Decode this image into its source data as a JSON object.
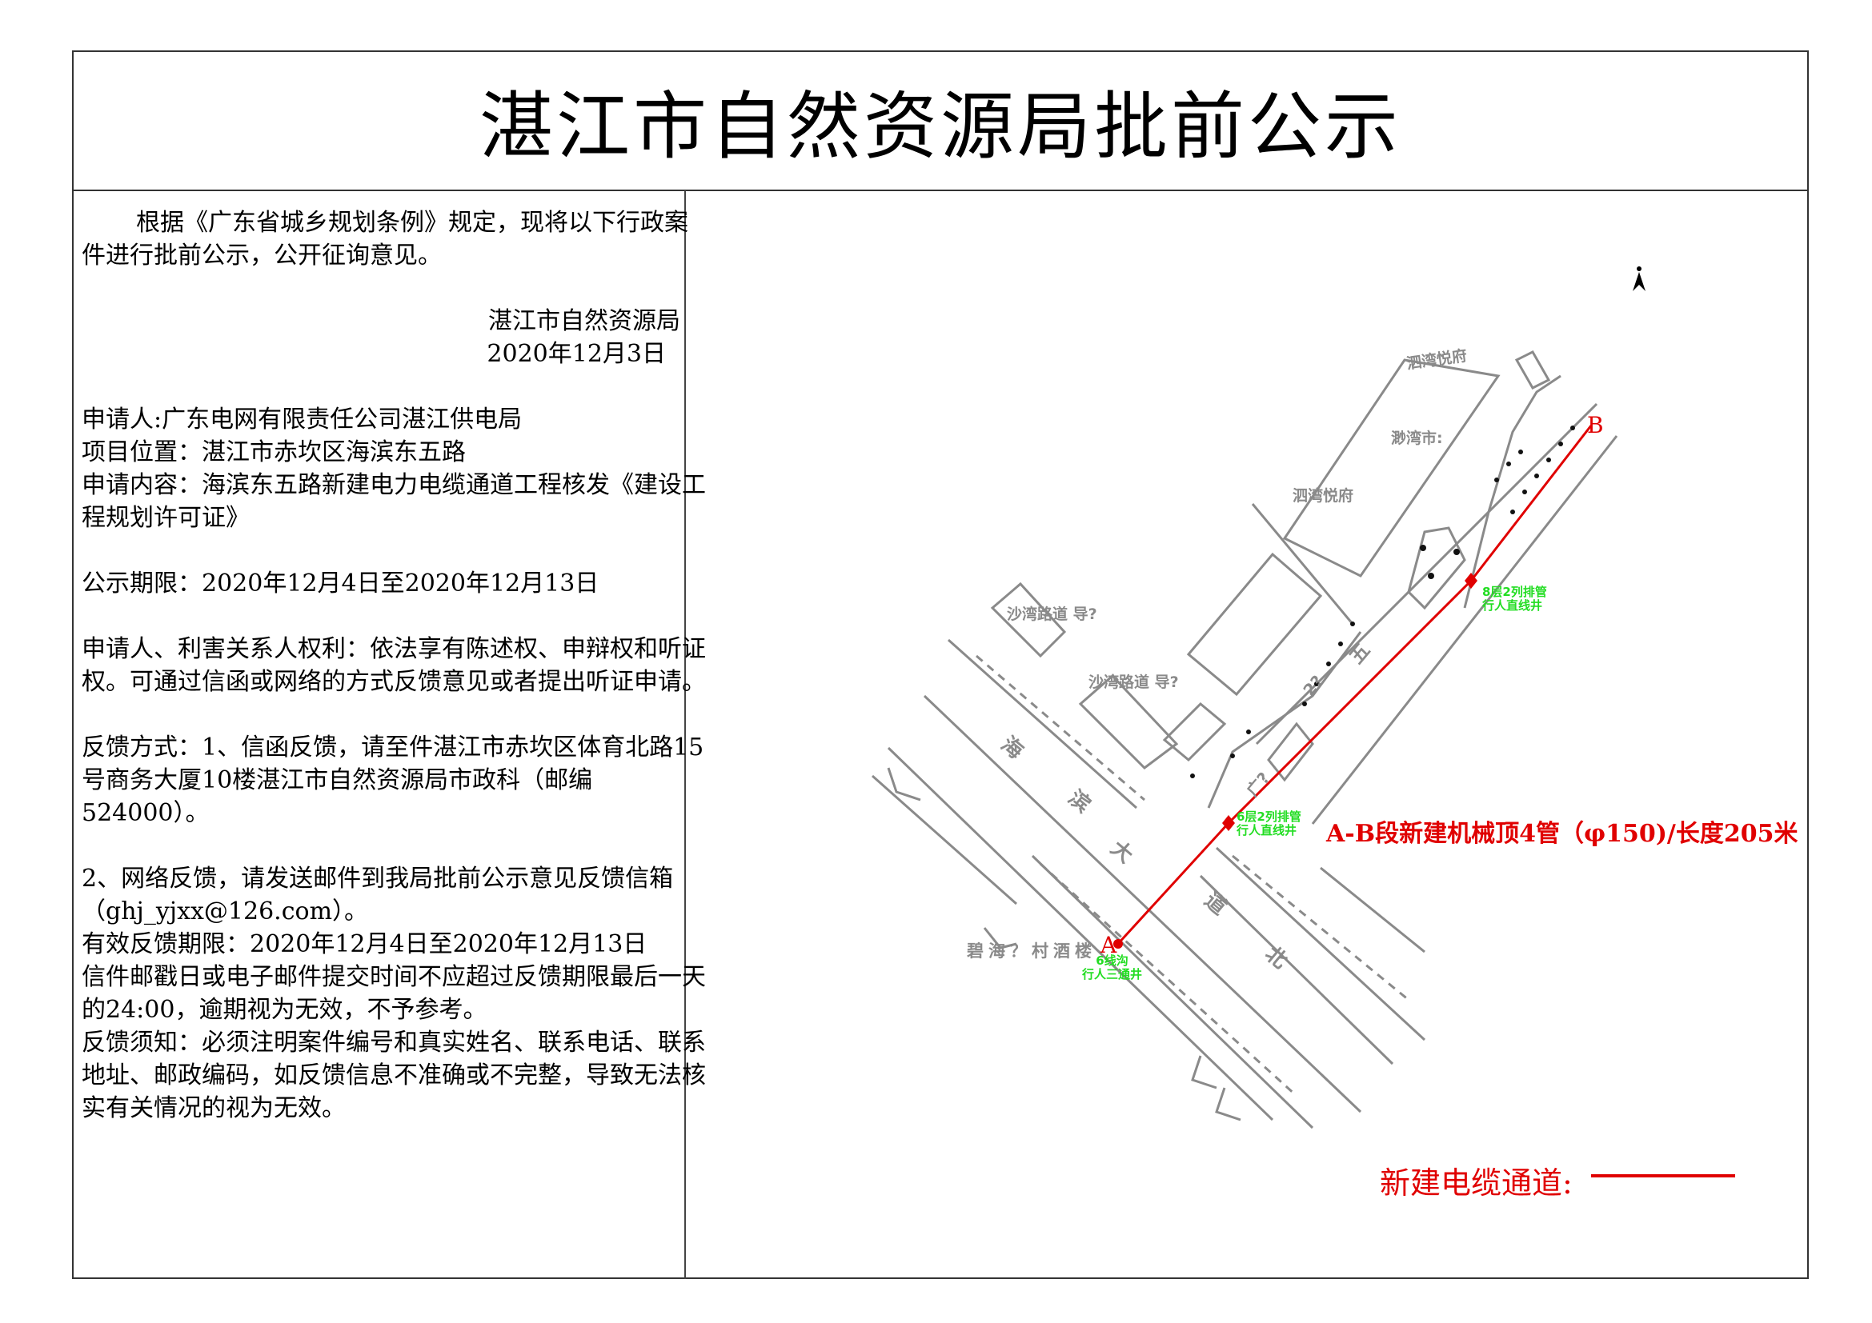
{
  "title": "湛江市自然资源局批前公示",
  "notice": {
    "intro": "根据《广东省城乡规划条例》规定，现将以下行政案件进行批前公示，公开征询意见。",
    "issuer": "湛江市自然资源局",
    "issue_date": "2020年12月3日",
    "applicant": "申请人:广东电网有限责任公司湛江供电局",
    "location": "项目位置：湛江市赤坎区海滨东五路",
    "content": "申请内容：海滨东五路新建电力电缆通道工程核发《建设工程规划许可证》",
    "period": "公示期限：2020年12月4日至2020年12月13日",
    "rights": "申请人、利害关系人权利：依法享有陈述权、申辩权和听证权。可通过信函或网络的方式反馈意见或者提出听证申请。",
    "feedback_letter": "反馈方式：1、信函反馈，请至件湛江市赤坎区体育北路15号商务大厦10楼湛江市自然资源局市政科（邮编524000）。",
    "feedback_email": "2、网络反馈，请发送邮件到我局批前公示意见反馈信箱（ghj_yjxx@126.com）。",
    "valid_period": "有效反馈期限：2020年12月4日至2020年12月13日",
    "deadline_note": "信件邮戳日或电子邮件提交时间不应超过反馈期限最后一天的24:00，逾期视为无效，不予参考。",
    "requirements": "反馈须知：必须注明案件编号和真实姓名、联系电话、联系地址、邮政编码，如反馈信息不准确或不完整，导致无法核实有关情况的视为无效。"
  },
  "map": {
    "point_a": "A",
    "point_b": "B",
    "segment_label": "A-B段新建机械顶4管（φ150)/长度205米",
    "well_b": [
      "8层2列排管",
      "行人直线井"
    ],
    "well_mid": [
      "6层2列排管",
      "行人直线井"
    ],
    "well_a": [
      "6线沟",
      "行人三通井"
    ],
    "place_labels": [
      "泗湾悦府",
      "渺湾市:",
      "泗湾悦府",
      "沙湾路道 导?",
      "沙湾路道 导?",
      "碧海？村酒楼"
    ],
    "road_main_chars": [
      "海",
      "滨",
      "大",
      "道",
      "北"
    ],
    "road_side_chars": [
      "五",
      "2?",
      "广?"
    ],
    "legend_label": "新建电缆通道:",
    "colors": {
      "cable": "#e00000",
      "well_label": "#22dd22",
      "basemap": "#8a8a8a"
    },
    "north_arrow_icon": "north-arrow-icon"
  }
}
